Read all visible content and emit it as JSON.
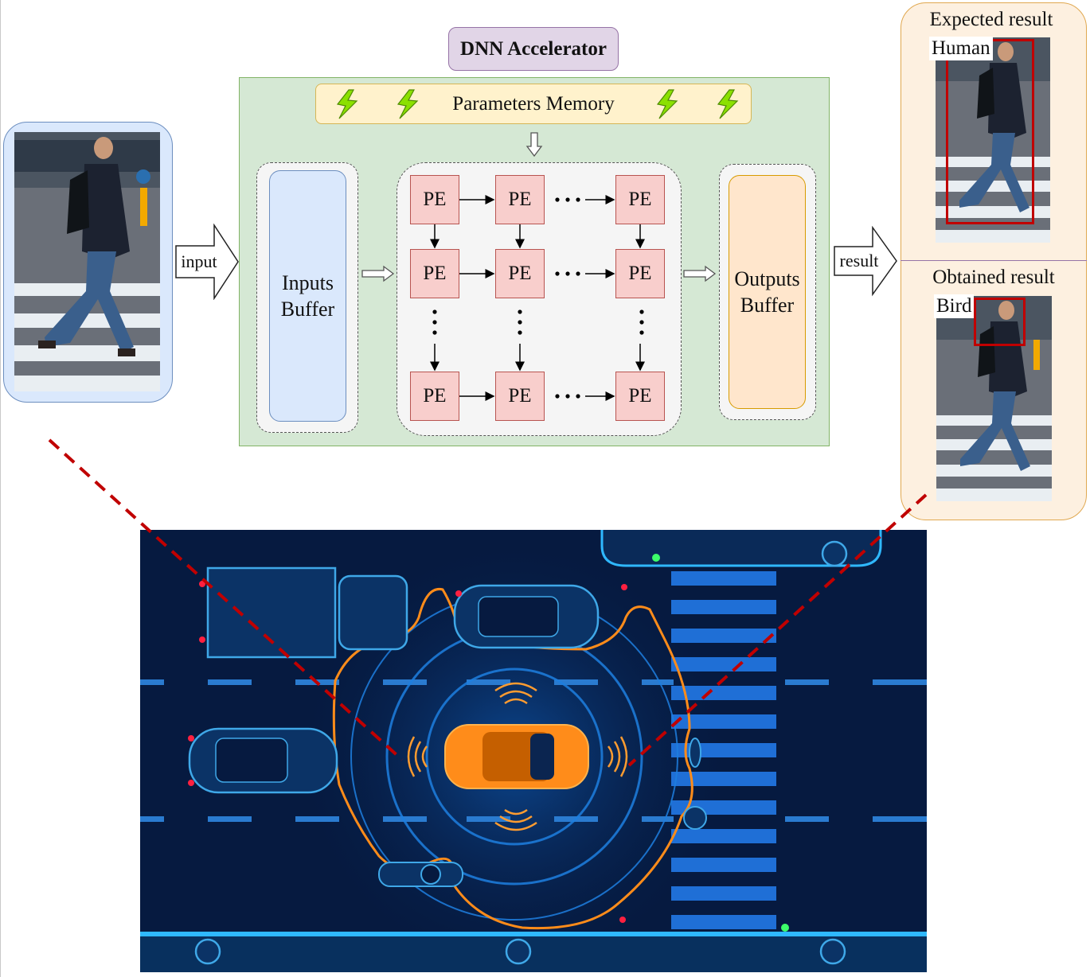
{
  "accelerator": {
    "title": "DNN Accelerator",
    "parameters_memory": "Parameters Memory",
    "inputs_buffer": [
      "Inputs",
      "Buffer"
    ],
    "outputs_buffer": [
      "Outputs",
      "Buffer"
    ],
    "pe_label": "PE",
    "pe_grid": [
      [
        "PE",
        "PE",
        "PE"
      ],
      [
        "PE",
        "PE",
        "PE"
      ],
      [
        "PE",
        "PE",
        "PE"
      ]
    ]
  },
  "arrows": {
    "input": "input",
    "result": "result"
  },
  "results": {
    "expected_title": "Expected result",
    "expected_label": "Human",
    "obtained_title": "Obtained result",
    "obtained_label": "Bird"
  },
  "colors": {
    "accelerator_fill": "#d5e8d4",
    "accelerator_border": "#82b366",
    "title_fill": "#e1d5e7",
    "title_border": "#9673a6",
    "memory_fill": "#fff2cc",
    "memory_border": "#d6b656",
    "inputs_fill": "#dae8fc",
    "inputs_border": "#6c8ebf",
    "outputs_fill": "#ffe6cc",
    "outputs_border": "#d79b00",
    "pe_fill": "#f8cecc",
    "pe_border": "#b85450",
    "result_panel_fill": "#fdf0e0",
    "result_panel_border": "#e0a850",
    "bbox_red": "#c00000",
    "dashed_red": "#c00000",
    "scene_bg": "#061a40",
    "ego_car": "#ff8c1a"
  },
  "icons": [
    "lightning-icon",
    "block-arrow-icon",
    "pedestrian-photo",
    "autonomous-driving-scene"
  ]
}
